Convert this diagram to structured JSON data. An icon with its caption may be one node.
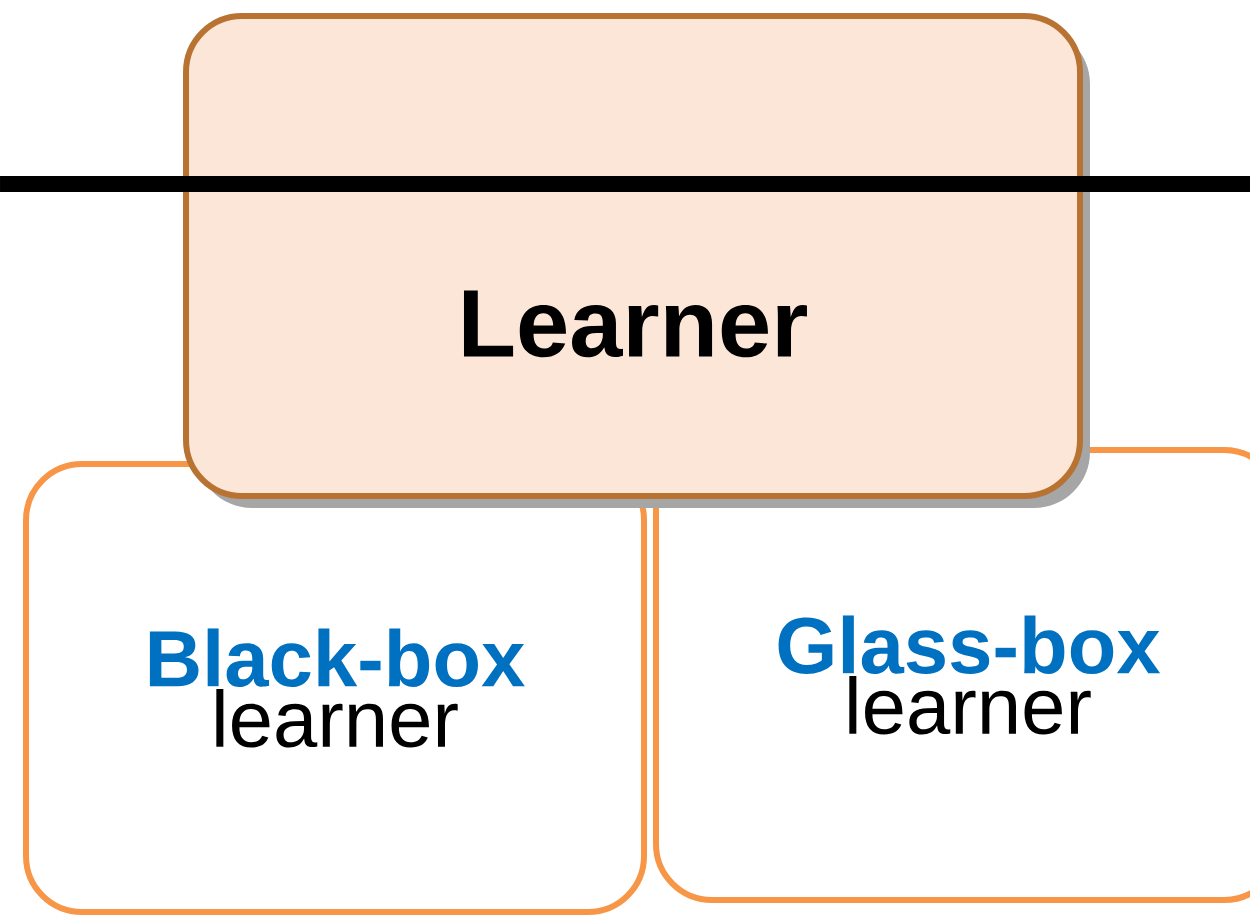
{
  "diagram": {
    "nodes": [
      {
        "text": [
          "Learner"
        ]
      },
      {
        "text": [
          "Black-box",
          "learner"
        ]
      },
      {
        "text": [
          "Glass-box",
          "learner"
        ]
      }
    ]
  }
}
